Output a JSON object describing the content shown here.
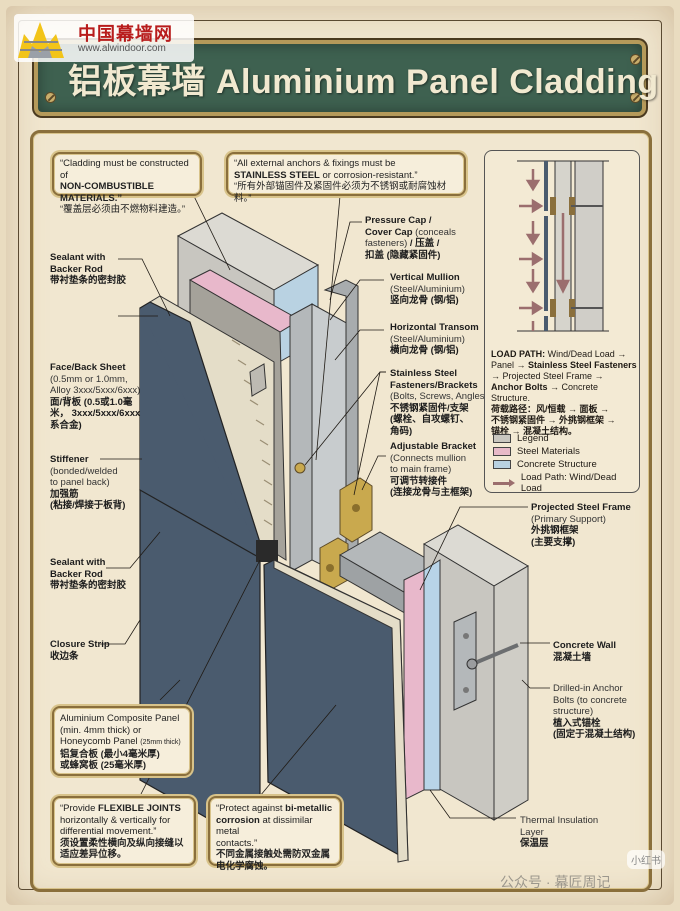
{
  "logo": {
    "name_cn": "中国幕墙网",
    "url": "www.alwindoor.com"
  },
  "banner": {
    "title": "铝板幕墙 Aluminium Panel Cladding"
  },
  "callouts": {
    "non_combustible": {
      "line1": "“Cladding must be constructed of",
      "bold": "NON-COMBUSTIBLE MATERIALS.”",
      "cn": "“覆盖层必须由不燃物料建造。”"
    },
    "stainless": {
      "line1": "“All external anchors & fixings must be",
      "bold": "STAINLESS STEEL",
      "rest": " or corrosion-resistant.”",
      "cn": "“所有外部锚固件及紧固件必须为不锈钢或耐腐蚀材料。”"
    },
    "panel_type": {
      "line1": "Aluminium Composite Panel",
      "line2": "(min. 4mm thick) or",
      "line3": "Honeycomb Panel",
      "line3_small": "(25mm thick)",
      "cn1": "铝复合板 (最小4毫米厚)",
      "cn2": "或蜂窝板 (25毫米厚)"
    },
    "flexible_joints": {
      "pre": "“Provide ",
      "bold": "FLEXIBLE JOINTS",
      "line2": "horizontally & vertically for",
      "line3": "differential movement.”",
      "cn1": "须设置柔性横向及纵向接缝以",
      "cn2": "适应差异位移。"
    },
    "bimetallic": {
      "pre": "“Protect against ",
      "bold1": "bi-metallic",
      "bold2": "corrosion",
      "rest": " at dissimilar metal",
      "line3": "contacts.”",
      "cn1": "不同金属接触处需防双金属",
      "cn2": "电化学腐蚀。"
    }
  },
  "labels_left": [
    {
      "title": "Sealant with",
      "title2": "Backer Rod",
      "cn": "带衬垫条的密封胶"
    },
    {
      "title": "Face/Back Sheet",
      "sub": "(0.5mm or 1.0mm,",
      "sub2": "Alloy 3xxx/5xxx/6xxx)",
      "cn": "面/背板 (0.5或1.0毫",
      "cn2": "米， 3xxx/5xxx/6xxx",
      "cn3": "系合金)"
    },
    {
      "title": "Stiffener",
      "sub": "(bonded/welded",
      "sub2": "to panel back)",
      "cn": "加强筋",
      "cn2": "(粘接/焊接于板背)"
    },
    {
      "title": "Sealant with",
      "title2": "Backer Rod",
      "cn": "带衬垫条的密封胶"
    },
    {
      "title": "Closure Strip",
      "cn": "收边条"
    }
  ],
  "labels_right": [
    {
      "title": "Pressure Cap /",
      "title2": "Cover Cap",
      "sub": "(conceals",
      "sub2": "fasteners)",
      "cn_inline": "/ 压盖 /",
      "cn": "扣盖 (隐藏紧固件)"
    },
    {
      "title": "Vertical Mullion",
      "sub": "(Steel/Aluminium)",
      "cn": "竖向龙骨 (钢/铝)"
    },
    {
      "title": "Horizontal Transom",
      "sub": "(Steel/Aluminium)",
      "cn": "横向龙骨 (钢/铝)"
    },
    {
      "title": "Stainless Steel",
      "title2": "Fasteners/Brackets",
      "sub": "(Bolts, Screws, Angles)",
      "cn": "不锈钢紧固件/支架",
      "cn2": "(螺栓、自攻螺钉、",
      "cn3": "角码)"
    },
    {
      "title": "Adjustable Bracket",
      "sub": "(Connects mullion",
      "sub2": "to main frame)",
      "cn": "可调节转接件",
      "cn2": "(连接龙骨与主框架)"
    },
    {
      "title": "Projected Steel Frame",
      "sub": "(Primary Support)",
      "cn": "外挑钢框架",
      "cn2": "(主要支撑)"
    },
    {
      "title": "Concrete Wall",
      "cn": "混凝土墙"
    },
    {
      "title": "Drilled-in Anchor",
      "title2": "Bolts (to concrete",
      "title3": "structure)",
      "cn": "植入式锚栓",
      "cn2": "(固定于混凝土结构)"
    },
    {
      "title": "Thermal Insulation",
      "title2": "Layer",
      "cn": "保温层"
    }
  ],
  "load_path": {
    "heading": "LOAD PATH:",
    "l1": " Wind/Dead Load →",
    "l2a": "Panel → ",
    "l2b": "Stainless Steel Fasteners",
    "l3": "→ Projected Steel Frame →",
    "l4a": "Anchor Bolts",
    "l4b": " → Concrete Structure.",
    "cn1": "荷载路径：风/恒载 → 面板 →",
    "cn2": "不锈钢紧固件 → 外挑钢框架 →",
    "cn3": "锚栓 → 混凝土结构。"
  },
  "legend": [
    {
      "label": "Legend",
      "color": "#c9c7c0"
    },
    {
      "label": "Steel Materials",
      "color": "#e7b9c8"
    },
    {
      "label": "Concrete Structure",
      "color": "#b9d2e2"
    },
    {
      "label": "Load Path: Wind/Dead Load",
      "color": "#9b6e6e"
    }
  ],
  "colors": {
    "panel": "#4a5b6e",
    "concrete": "#c8c6c0",
    "insulation_pink": "#e8b8cb",
    "insulation_blue": "#b8d4e8",
    "steel": "#b4b8ba",
    "brass": "#c9a94e",
    "banner": "#3e6150"
  },
  "watermark": {
    "text": "公众号 · 幕匠周记",
    "badge": "小红书"
  }
}
